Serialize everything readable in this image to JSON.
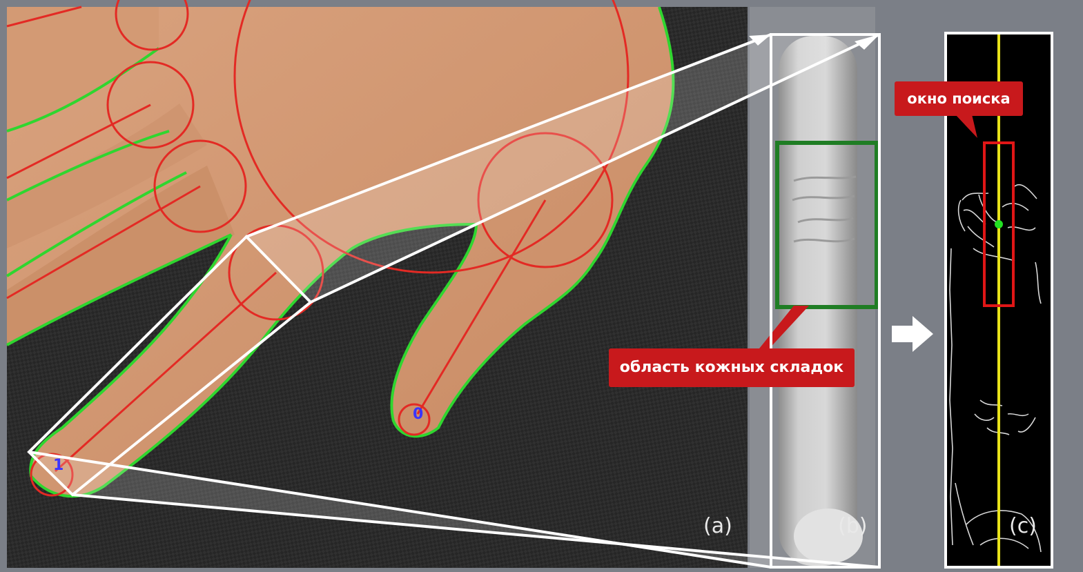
{
  "callouts": {
    "skin_fold_region": "область кожных складок",
    "search_window": "окно поиска"
  },
  "panel_labels": {
    "a": "(a)",
    "b": "(b)",
    "c": "(c)"
  },
  "finger_indices": {
    "index_finger": "1",
    "thumb": "0"
  },
  "colors": {
    "outline": "#2fd62f",
    "circles": "#e32a24",
    "zoom_box": "#ffffff",
    "skin_fold_box": "#1f7d24",
    "search_box": "#e01616",
    "center_line": "#e8e21a",
    "callout_bg": "#c8191c",
    "panel_bg": "#7b7f87"
  }
}
